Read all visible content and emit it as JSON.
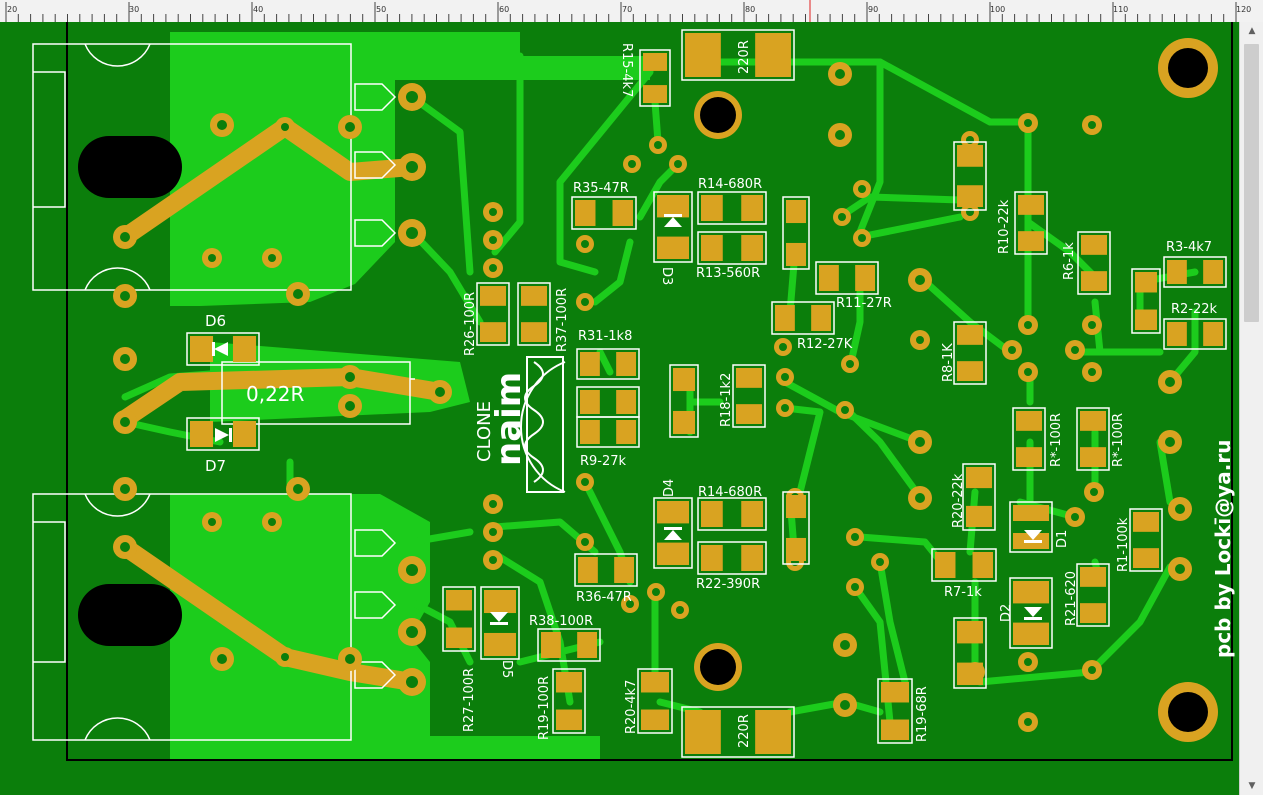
{
  "ruler": {
    "ticks": [
      "20",
      "30",
      "40",
      "50",
      "60",
      "70",
      "80",
      "90",
      "100",
      "110",
      "120"
    ]
  },
  "scrollbar": {
    "up_arrow": "▲",
    "down_arrow": "▼"
  },
  "colors": {
    "board_bg": "#0b7e0b",
    "copper": "#1ccc1c",
    "pad": "#d9a321",
    "silk": "#ffffff",
    "hole": "#000000"
  },
  "pcb": {
    "shunt_value": "0,22R",
    "clone_text": "CLONE",
    "brand_text": "naim",
    "credit": "pcb by Lockī@ya.ru",
    "labels": {
      "r15": "R15-4k7",
      "r220_top": "220R",
      "r220_bot": "220R",
      "r35": "R35-47R",
      "r14_top": "R14-680R",
      "r13": "R13-560R",
      "d3": "D3",
      "r10": "R10-22k",
      "r6": "R6-1k",
      "r3": "R3-4k7",
      "r2": "R2-22k",
      "r11": "R11-27R",
      "r12": "R12-27K",
      "r26": "R26-100R",
      "r37": "R37-100R",
      "r31": "R31-1k8",
      "r18": "R18-1k2",
      "r8": "R8-1K",
      "r9": "R9-27k",
      "d6": "D6",
      "d7": "D7",
      "rstar1": "R*-100R",
      "rstar2": "R*-100R",
      "d4": "D4",
      "r14_bot": "R14-680R",
      "r22": "R22-390R",
      "r20_22k": "R20-22k",
      "d1": "D1",
      "r1": "R1-100k",
      "r36": "R36-47R",
      "r7": "R7-1k",
      "d2": "D2",
      "r21": "R21-620",
      "r38": "R38-100R",
      "d5": "D5",
      "r27": "R27-100R",
      "r19_100": "R19-100R",
      "r20_4k7": "R20-4k7",
      "r19_68": "R19-68R"
    }
  }
}
